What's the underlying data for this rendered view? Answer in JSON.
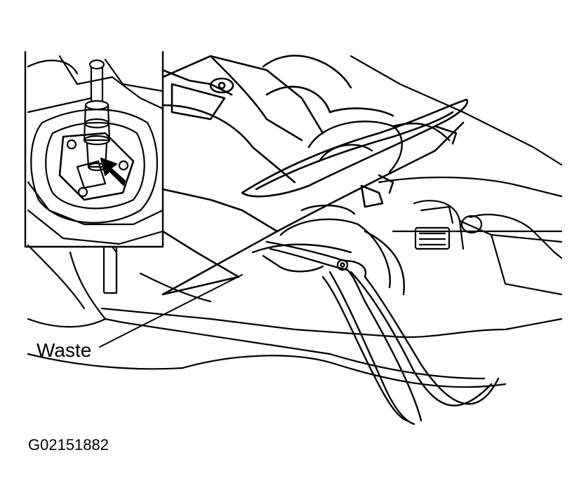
{
  "figure": {
    "callout_label": "Waste",
    "figure_code": "G02151882"
  },
  "colors": {
    "line": "#000000",
    "background": "#ffffff"
  },
  "icons": {
    "inset": "shift-lever-detail",
    "arrow": "push-direction-arrow-icon",
    "tool": "pliers-icon"
  }
}
